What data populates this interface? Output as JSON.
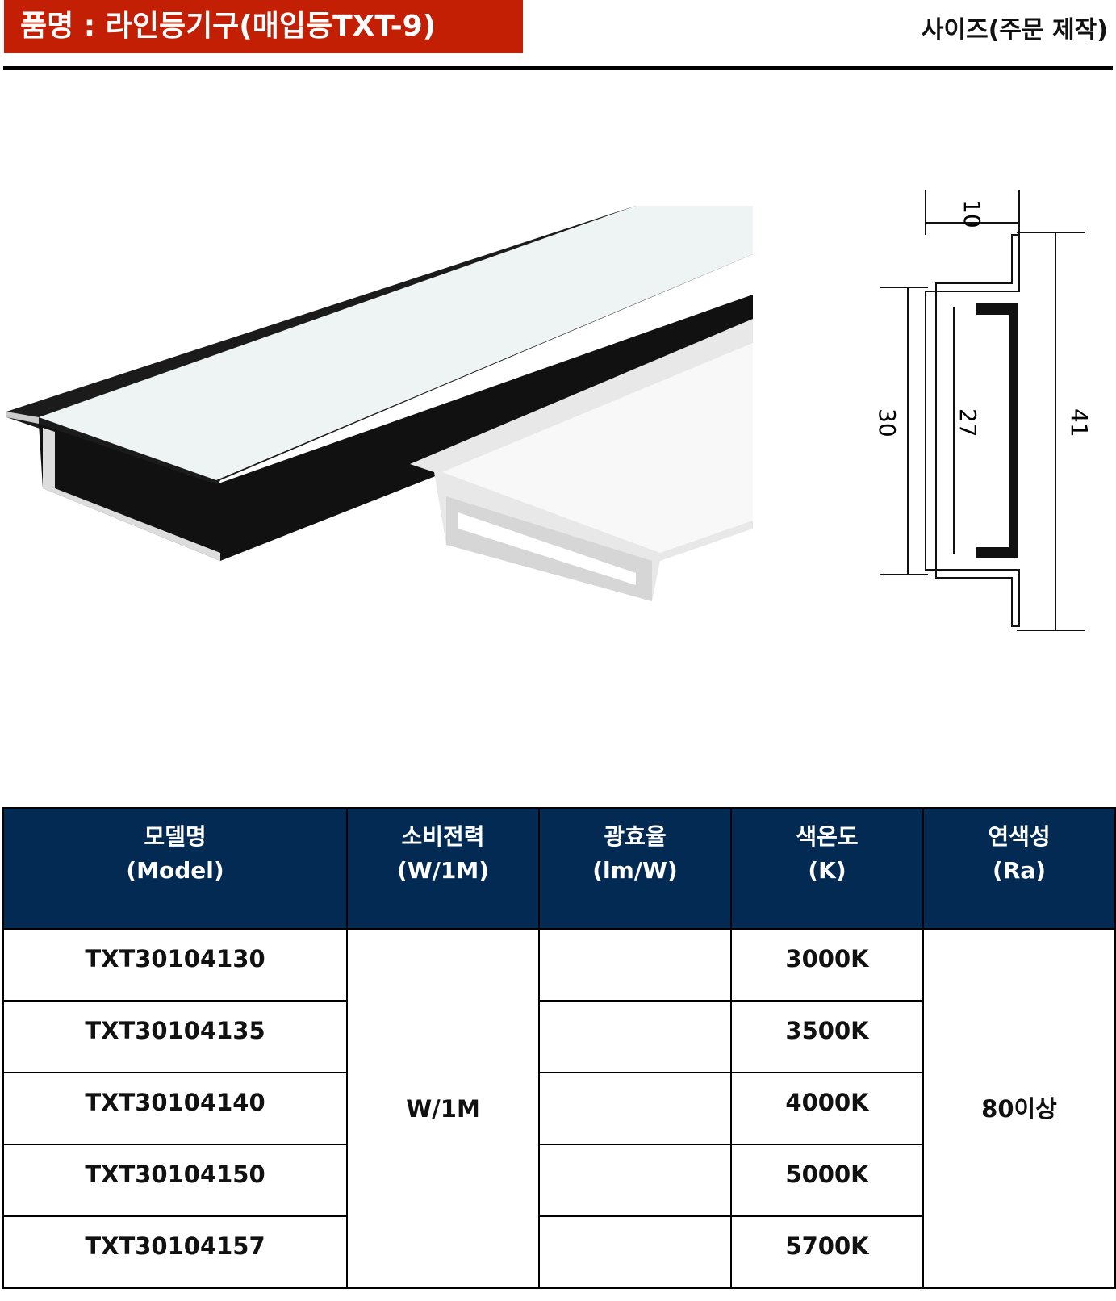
{
  "header": {
    "title": "품명 : 라인등기구(매입등TXT-9)",
    "size_note": "사이즈(주문 제작)"
  },
  "drawing": {
    "dim_top": "10",
    "dim_outer": "30",
    "dim_inner": "27",
    "dim_total": "41"
  },
  "table": {
    "headers": [
      {
        "ko": "모델명",
        "en": "(Model)"
      },
      {
        "ko": "소비전력",
        "en": "(W/1M)"
      },
      {
        "ko": "광효율",
        "en": "(lm/W)"
      },
      {
        "ko": "색온도",
        "en": "(K)"
      },
      {
        "ko": "연색성",
        "en": "(Ra)"
      }
    ],
    "power": "W/1M",
    "cri": "80이상",
    "rows": [
      {
        "model": "TXT30104130",
        "cct": "3000K"
      },
      {
        "model": "TXT30104135",
        "cct": "3500K"
      },
      {
        "model": "TXT30104140",
        "cct": "4000K"
      },
      {
        "model": "TXT30104150",
        "cct": "5000K"
      },
      {
        "model": "TXT30104157",
        "cct": "5700K"
      }
    ]
  }
}
